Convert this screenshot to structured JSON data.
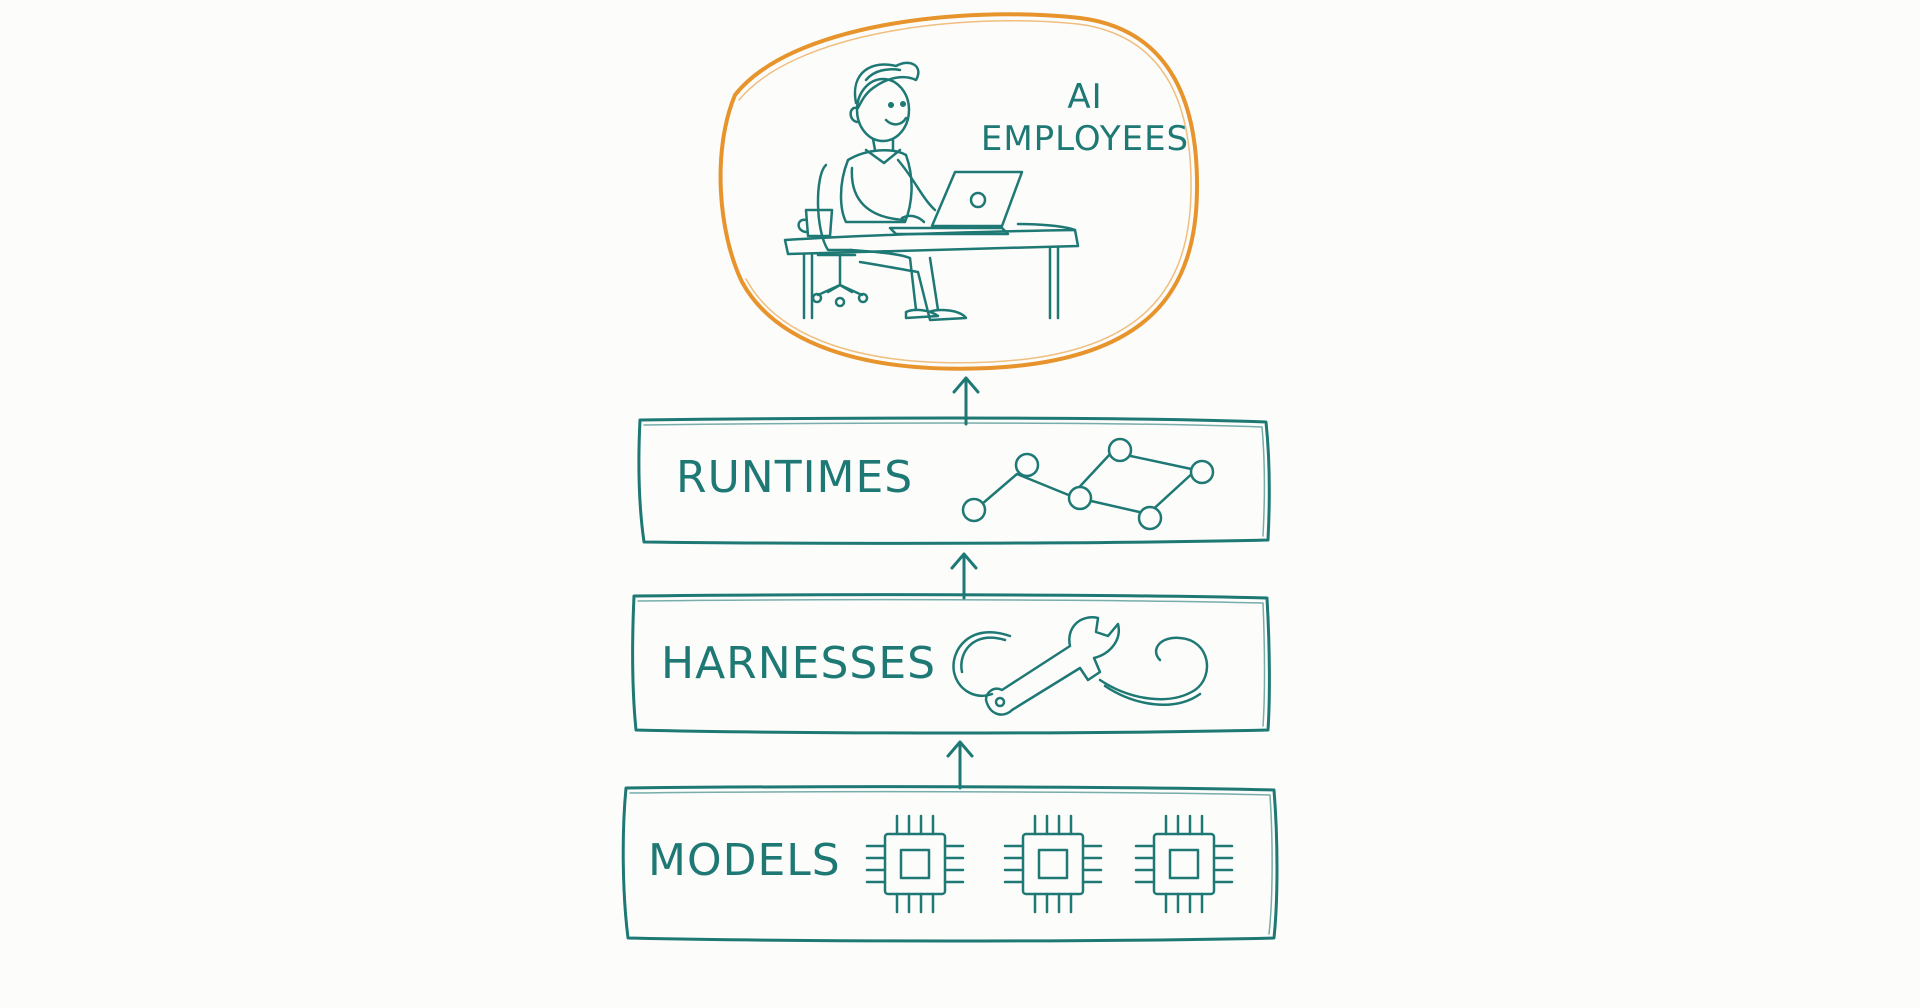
{
  "colors": {
    "teal": "#1e7874",
    "orange": "#e8942c",
    "background": "#fcfcfb"
  },
  "top": {
    "label_line1": "AI",
    "label_line2": "EMPLOYEES",
    "icon": "person-at-laptop-icon"
  },
  "layers": {
    "runtimes": {
      "label": "RUNTIMES",
      "icon": "node-graph-icon"
    },
    "harnesses": {
      "label": "HARNESSES",
      "icon": "wrench-icon"
    },
    "models": {
      "label": "MODELS",
      "icon": "chip-icon"
    }
  }
}
